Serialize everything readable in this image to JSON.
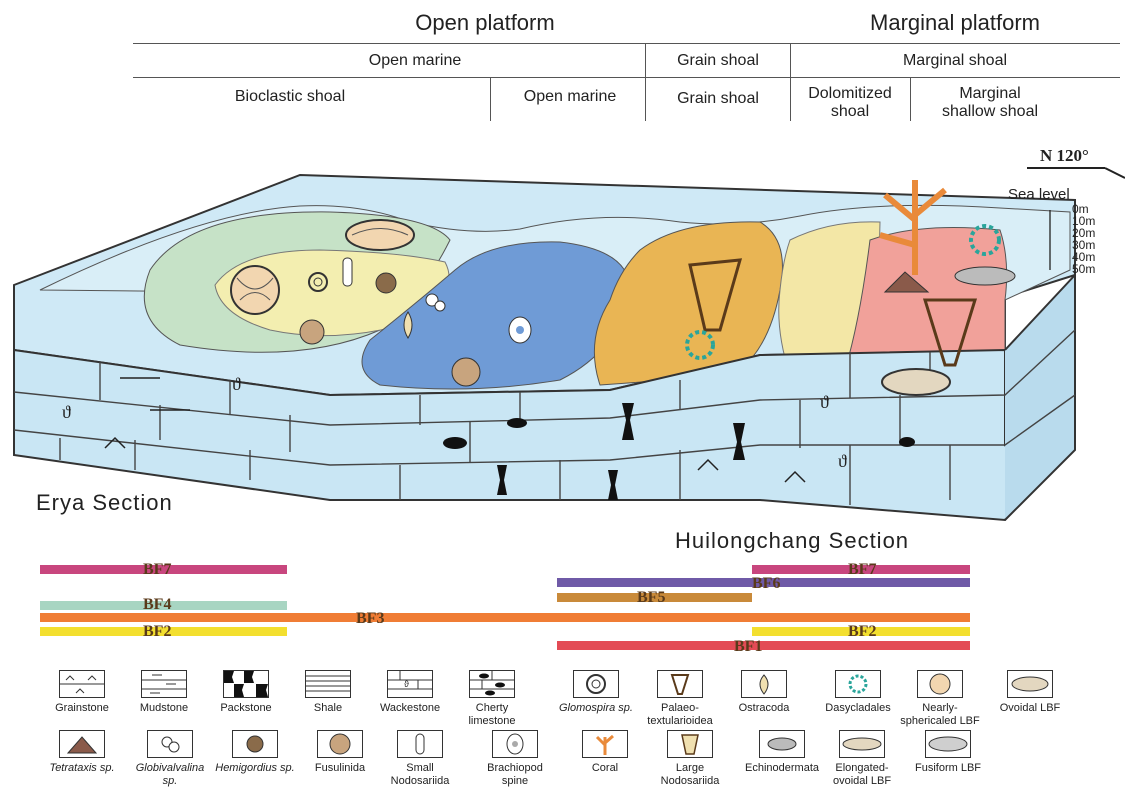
{
  "header": {
    "row1": {
      "open_platform": "Open platform",
      "marginal_platform": "Marginal platform"
    },
    "row2": {
      "open_marine": "Open marine",
      "grain_shoal": "Grain shoal",
      "marginal_shoal": "Marginal shoal"
    },
    "row3": {
      "bioclastic_shoal": "Bioclastic shoal",
      "open_marine": "Open marine",
      "grain_shoal": "Grain shoal",
      "dolomitized_shoal_1": "Dolomitized",
      "dolomitized_shoal_2": "shoal",
      "marginal_shallow_1": "Marginal",
      "marginal_shallow_2": "shallow shoal"
    }
  },
  "compass": {
    "label": "N  120°"
  },
  "sea_level": {
    "label": "Sea level",
    "depths": [
      "0m",
      "10m",
      "20m",
      "30m",
      "40m",
      "50m"
    ]
  },
  "sections": {
    "erya": "Erya Section",
    "huilongchang": "Huilongchang Section"
  },
  "colors": {
    "water": "#c9e6f4",
    "green_zone": "#c6e2c7",
    "yellow_zone": "#f3eeb0",
    "blue_zone": "#6f9bd6",
    "orange_zone": "#e9b554",
    "red_zone": "#f1a19a",
    "bf7": "#c8467e",
    "bf6": "#6f5aa7",
    "bf5": "#c98a3a",
    "bf4": "#a8d5c2",
    "bf3": "#f07d35",
    "bf2": "#f3df2f",
    "bf1": "#e34b55"
  },
  "bars": {
    "bf7_left": "BF7",
    "bf7_right": "BF7",
    "bf6": "BF6",
    "bf5": "BF5",
    "bf4": "BF4",
    "bf3": "BF3",
    "bf2_left": "BF2",
    "bf2_right": "BF2",
    "bf1": "BF1"
  },
  "legend": {
    "row1": [
      {
        "icon": "grainstone-icon",
        "label": "Grainstone"
      },
      {
        "icon": "mudstone-icon",
        "label": "Mudstone"
      },
      {
        "icon": "packstone-icon",
        "label": "Packstone"
      },
      {
        "icon": "shale-icon",
        "label": "Shale"
      },
      {
        "icon": "wackestone-icon",
        "label": "Wackestone"
      },
      {
        "icon": "cherty-limestone-icon",
        "label": "Cherty limestone"
      },
      {
        "icon": "glomospira-icon",
        "label": "Glomospira sp."
      },
      {
        "icon": "palaeotextularioidea-icon",
        "label": "Palaeo- textularioidea"
      },
      {
        "icon": "ostracoda-icon",
        "label": "Ostracoda"
      },
      {
        "icon": "dasycladales-icon",
        "label": "Dasycladales"
      },
      {
        "icon": "nearly-spherical-lbf-icon",
        "label": "Nearly-sphericaled LBF"
      },
      {
        "icon": "ovoidal-lbf-icon",
        "label": "Ovoidal LBF"
      }
    ],
    "row2": [
      {
        "icon": "tetrataxis-icon",
        "label": "Tetrataxis sp."
      },
      {
        "icon": "globivalvulina-icon",
        "label": "Globivalvalina sp."
      },
      {
        "icon": "hemigordius-icon",
        "label": "Hemigordius sp."
      },
      {
        "icon": "fusulinida-icon",
        "label": "Fusulinida"
      },
      {
        "icon": "small-nodosariida-icon",
        "label": "Small Nodosariida"
      },
      {
        "icon": "brachiopod-spine-icon",
        "label": "Brachiopod spine"
      },
      {
        "icon": "coral-icon",
        "label": "Coral"
      },
      {
        "icon": "large-nodosariida-icon",
        "label": "Large Nodosariida"
      },
      {
        "icon": "echinodermata-icon",
        "label": "Echinodermata"
      },
      {
        "icon": "elongated-ovoidal-lbf-icon",
        "label": "Elongated- ovoidal LBF"
      },
      {
        "icon": "fusiform-lbf-icon",
        "label": "Fusiform LBF"
      }
    ]
  }
}
